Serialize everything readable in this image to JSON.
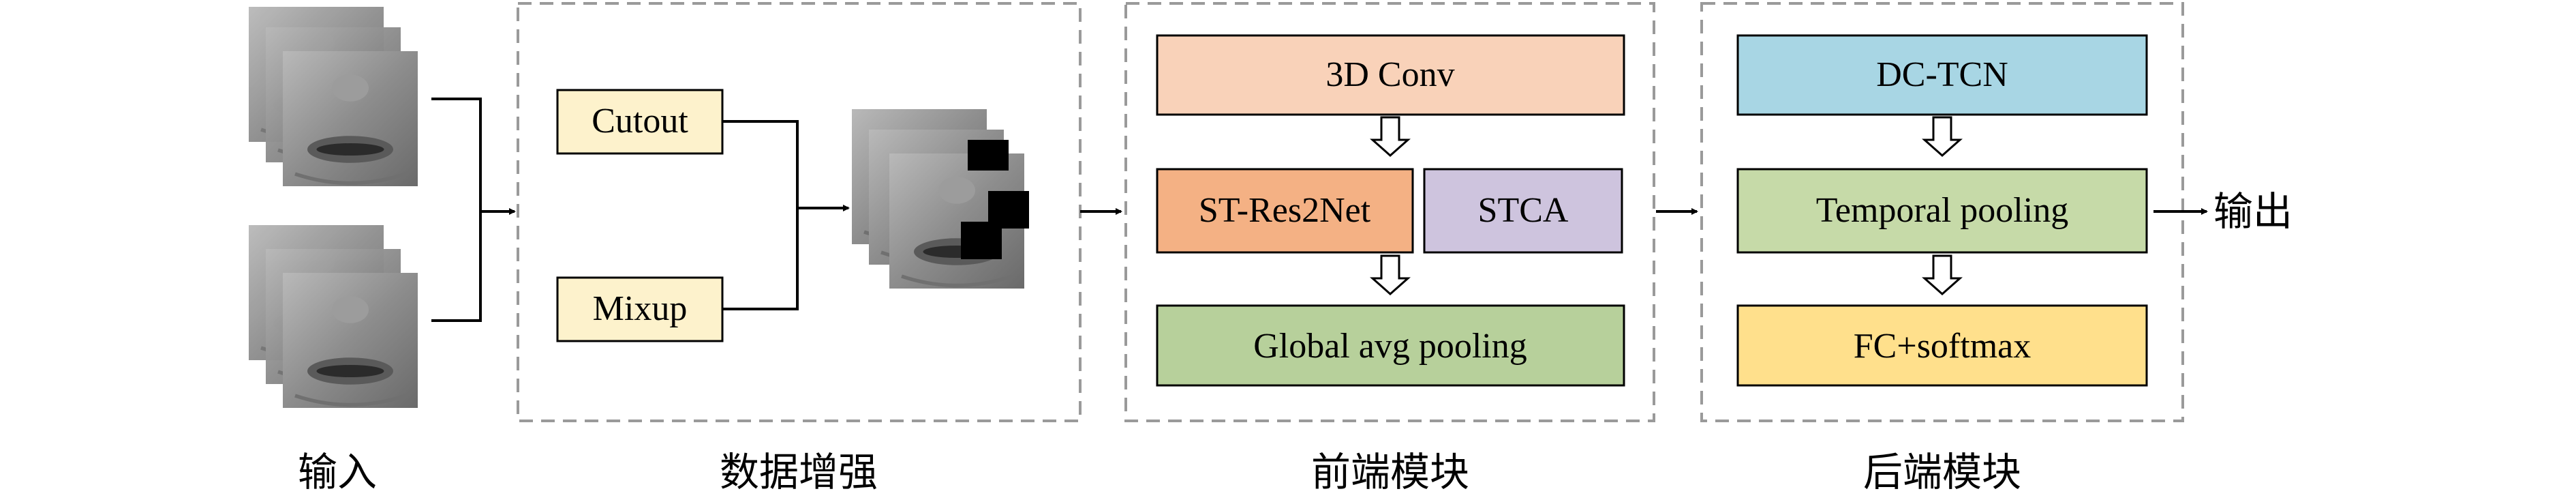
{
  "colors": {
    "cutout_box": "#fdf2cc",
    "mixup_box": "#fdf2cc",
    "conv3d_box": "#f9d2b9",
    "stres2net_box": "#f4b184",
    "stca_box": "#cec4de",
    "gap_box": "#b7d09b",
    "dctcn_box": "#a8d6e4",
    "temporal_box": "#c6daa8",
    "fc_box": "#ffe08c",
    "dashed_border": "#9a9a9a",
    "arrow": "#000000"
  },
  "input": {
    "caption": "输入",
    "images": [
      "face-stack-speaking",
      "face-stack-grimace"
    ]
  },
  "augment": {
    "caption": "数据增强",
    "cutout_label": "Cutout",
    "mixup_label": "Mixup",
    "result_image": "augmented-face-stack"
  },
  "frontend": {
    "caption": "前端模块",
    "conv3d_label": "3D Conv",
    "stres2net_label": "ST-Res2Net",
    "stca_label": "STCA",
    "gap_label": "Global avg pooling"
  },
  "backend": {
    "caption": "后端模块",
    "dctcn_label": "DC-TCN",
    "temporal_label": "Temporal pooling",
    "fc_label": "FC+softmax"
  },
  "output": {
    "label": "输出"
  }
}
